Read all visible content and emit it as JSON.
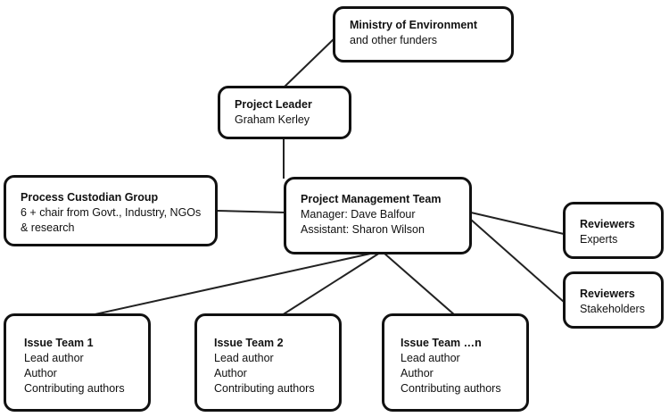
{
  "ministry": {
    "title": "Ministry of Environment",
    "lines": [
      "and other funders"
    ]
  },
  "leader": {
    "title": "Project Leader",
    "lines": [
      "Graham Kerley"
    ]
  },
  "custodian": {
    "title": "Process Custodian Group",
    "lines": [
      "6 + chair from Govt., Industry, NGOs",
      "& research"
    ]
  },
  "pmt": {
    "title": "Project Management Team",
    "lines": [
      "Manager: Dave Balfour",
      "Assistant: Sharon Wilson"
    ]
  },
  "reviewers_experts": {
    "title": "Reviewers",
    "lines": [
      "Experts"
    ]
  },
  "reviewers_stakeholders": {
    "title": "Reviewers",
    "lines": [
      "Stakeholders"
    ]
  },
  "issue1": {
    "title": "Issue Team 1",
    "lines": [
      "Lead author",
      "Author",
      "Contributing authors"
    ]
  },
  "issue2": {
    "title": "Issue Team 2",
    "lines": [
      "Lead author",
      "Author",
      "Contributing authors"
    ]
  },
  "issuen": {
    "title": "Issue Team …n",
    "lines": [
      "Lead author",
      "Author",
      "Contributing authors"
    ]
  }
}
